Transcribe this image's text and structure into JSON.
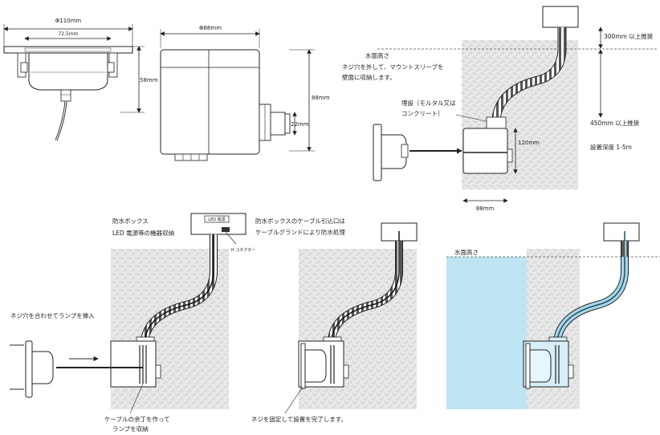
{
  "dims": {
    "lamp_outer": "Φ110mm",
    "lamp_inner": "72.5mm",
    "lamp_height": "58mm",
    "sleeve_dia": "Φ88mm",
    "sleeve_height": "88mm",
    "sleeve_port": "22mm",
    "box_height": "120mm",
    "box_width": "88mm"
  },
  "install": {
    "water_level": "水面高さ",
    "store_note_1": "ネジ穴を外して、マウントスリーブを",
    "store_note_2": "壁面に収納します。",
    "embed_note_1": "埋設（モルタル又は",
    "embed_note_2": "コンクリート）",
    "depth_300": "300mm 以上推奨",
    "depth_450": "450mm 以上推奨",
    "install_depth": "設置深度 1-5m"
  },
  "steps": {
    "box_title": "防水ボックス",
    "box_desc": "LED 電源等の機器収納",
    "box_inner": "LED 電源",
    "connector": "H コネクター",
    "align_note": "ネジ穴を合わせてランプを挿入",
    "slack_note_1": "ケーブルの余丁を作って",
    "slack_note_2": "ランプを収納",
    "gland_note_1": "防水ボックスのケーブル引込口は",
    "gland_note_2": "ケーブルグランドにより防水処理",
    "fix_note": "ネジを固定して設置を完了します。",
    "water_level_2": "水面高さ"
  }
}
